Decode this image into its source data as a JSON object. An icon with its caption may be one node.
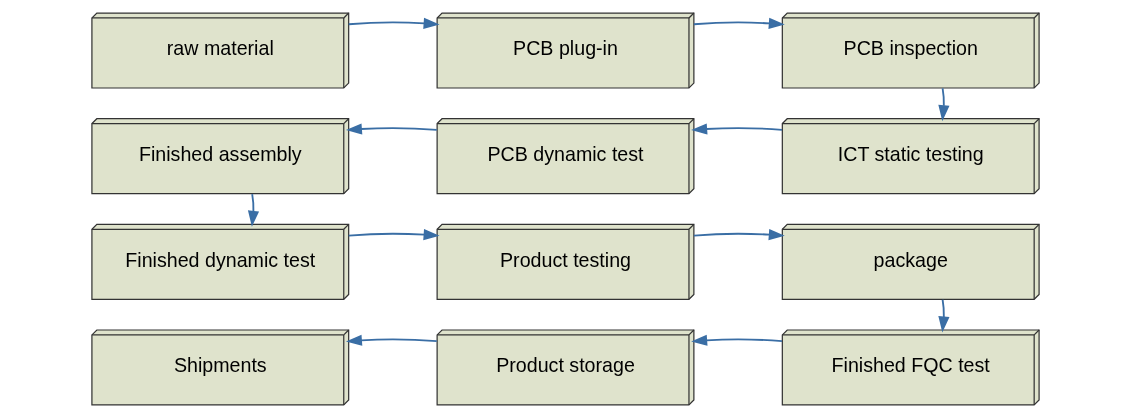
{
  "diagram": {
    "nodes": [
      {
        "text": [
          "raw material"
        ]
      },
      {
        "text": [
          "PCB plug-in"
        ]
      },
      {
        "text": [
          "PCB inspection"
        ]
      },
      {
        "text": [
          "Finished assembly"
        ]
      },
      {
        "text": [
          "PCB dynamic test"
        ]
      },
      {
        "text": [
          "ICT static testing"
        ]
      },
      {
        "text": [
          "Finished dynamic test"
        ]
      },
      {
        "text": [
          "Product testing"
        ]
      },
      {
        "text": [
          "package"
        ]
      },
      {
        "text": [
          "Shipments"
        ]
      },
      {
        "text": [
          "Product storage"
        ]
      },
      {
        "text": [
          "Finished FQC test"
        ]
      }
    ],
    "edges": [
      {
        "from": 0,
        "to": 1,
        "arrow": "to"
      },
      {
        "from": 1,
        "to": 2,
        "arrow": "to"
      },
      {
        "from": 2,
        "to": 5,
        "arrow": "to"
      },
      {
        "from": 5,
        "to": 4,
        "arrow": "to"
      },
      {
        "from": 4,
        "to": 3,
        "arrow": "to"
      },
      {
        "from": 3,
        "to": 6,
        "arrow": "to"
      },
      {
        "from": 6,
        "to": 7,
        "arrow": "to"
      },
      {
        "from": 7,
        "to": 8,
        "arrow": "to"
      },
      {
        "from": 8,
        "to": 11,
        "arrow": "to"
      },
      {
        "from": 11,
        "to": 10,
        "arrow": "to"
      },
      {
        "from": 10,
        "to": 9,
        "arrow": "to"
      }
    ]
  }
}
